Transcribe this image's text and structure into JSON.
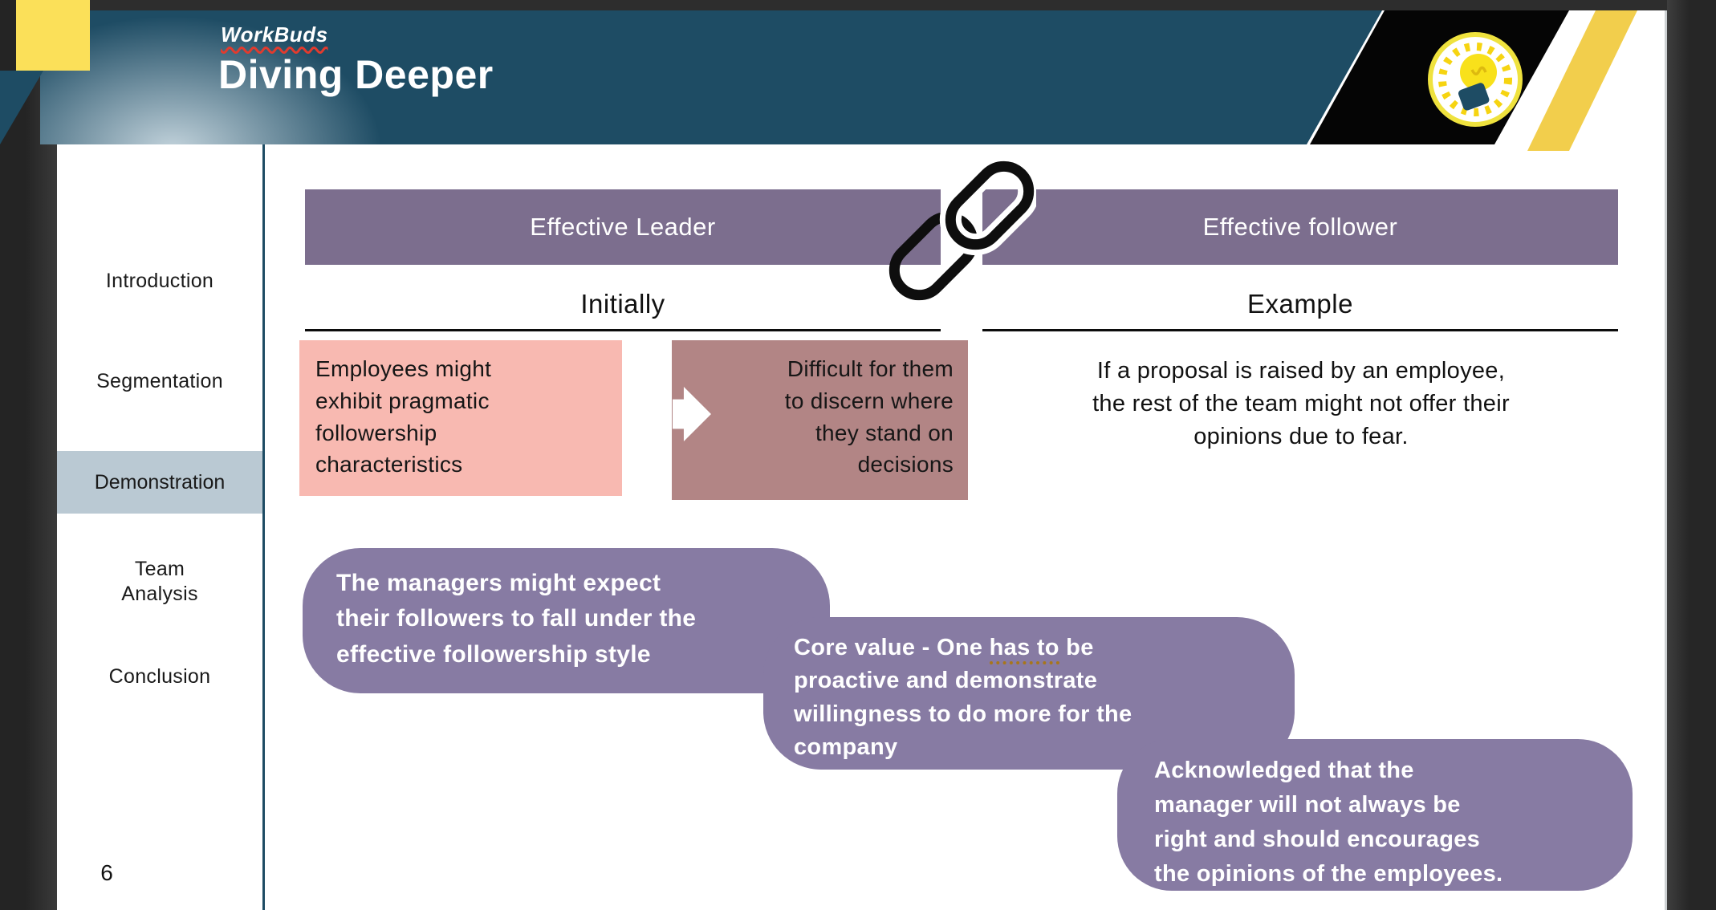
{
  "header": {
    "logo_text": "WorkBuds",
    "title": "Diving Deeper"
  },
  "sidebar": {
    "items": [
      {
        "label": "Introduction",
        "active": false
      },
      {
        "label": "Segmentation",
        "active": false
      },
      {
        "label": "Demonstration",
        "active": true
      },
      {
        "label": "Team\nAnalysis",
        "active": false
      },
      {
        "label": "Conclusion",
        "active": false
      }
    ],
    "page_number": "6"
  },
  "table": {
    "left_column": {
      "header": "Effective Leader",
      "subheader": "Initially",
      "cause_box": "Employees might\nexhibit pragmatic\nfollowership\ncharacteristics",
      "effect_box": "Difficult for them\nto discern where\nthey stand on\ndecisions"
    },
    "right_column": {
      "header": "Effective follower",
      "subheader": "Example",
      "body": "If a proposal is raised by an employee,\nthe rest of the team might not offer their\nopinions due to fear."
    }
  },
  "bubbles": {
    "bubble1": "The managers might expect\ntheir followers to fall under the\neffective followership style",
    "bubble2": {
      "pre": "Core value - One ",
      "underlined": "has to",
      "post": " be\nproactive and demonstrate\nwillingness to do more for the\ncompany"
    },
    "bubble3": "Acknowledged that the\nmanager will not always be\nright and should encourages\nthe opinions of the employees."
  },
  "icons": {
    "top_right": "lightbulb-badge-icon",
    "between_headers": "chain-link-icon",
    "flow": "arrow-right-icon"
  },
  "colors": {
    "header_teal": "#1E4C64",
    "accent_yellow": "#FBE059",
    "stripe_yellow": "#F2CE4C",
    "bar_purple": "#7C6E8E",
    "bubble_purple": "#877BA3",
    "pink_box": "#F8B9B1",
    "mauve_box": "#B28585",
    "sidebar_highlight": "#BAC9D3",
    "proofing_underline": "#A8761A",
    "spellcheck_red": "#E23B2E"
  }
}
